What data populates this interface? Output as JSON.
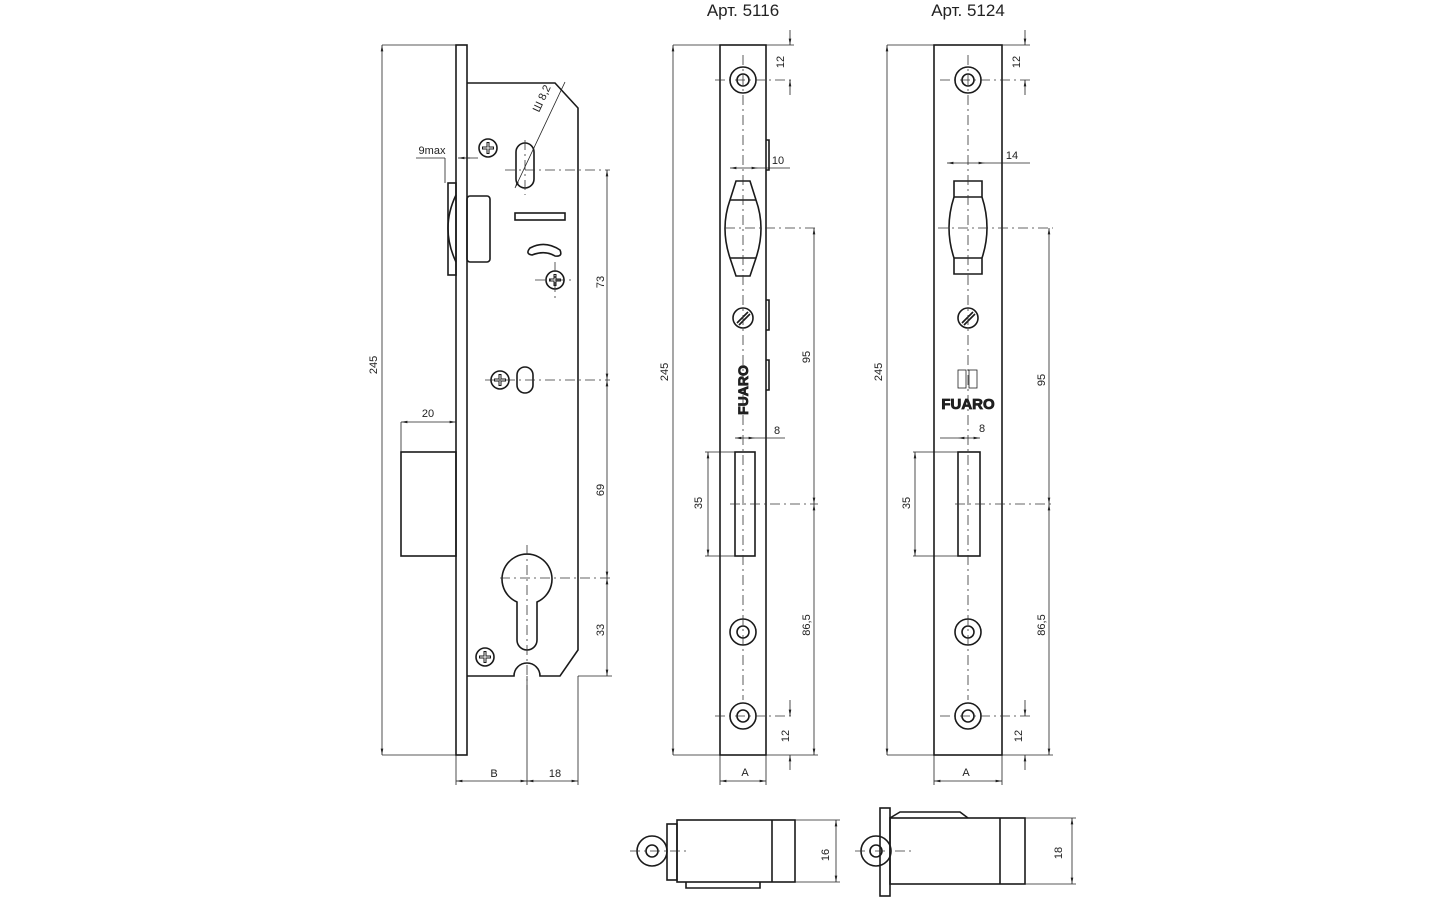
{
  "titles": {
    "model_a": "Арт. 5116",
    "model_b": "Арт. 5124"
  },
  "lock_body": {
    "height": "245",
    "latch_projection": "9max",
    "slot_diameter": "Ш 8,2",
    "dim_upper": "73",
    "deadbolt_projection": "20",
    "dim_middle": "69",
    "dim_lower": "33",
    "backset": "B",
    "cylinder_offset": "18"
  },
  "plate_5116": {
    "height": "245",
    "top_hole": "12",
    "latch_width": "10",
    "latch_to_bolt": "95",
    "bolt_width": "8",
    "bolt_height": "35",
    "bolt_to_bottom": "86,5",
    "bottom_hole": "12",
    "width": "A",
    "brand": "FUARO",
    "section_thickness": "16"
  },
  "plate_5124": {
    "height": "245",
    "top_hole": "12",
    "latch_width": "14",
    "latch_to_bolt": "95",
    "bolt_width": "8",
    "bolt_height": "35",
    "bolt_to_bottom": "86,5",
    "bottom_hole": "12",
    "width": "A",
    "brand": "FUARO",
    "section_thickness": "18"
  }
}
